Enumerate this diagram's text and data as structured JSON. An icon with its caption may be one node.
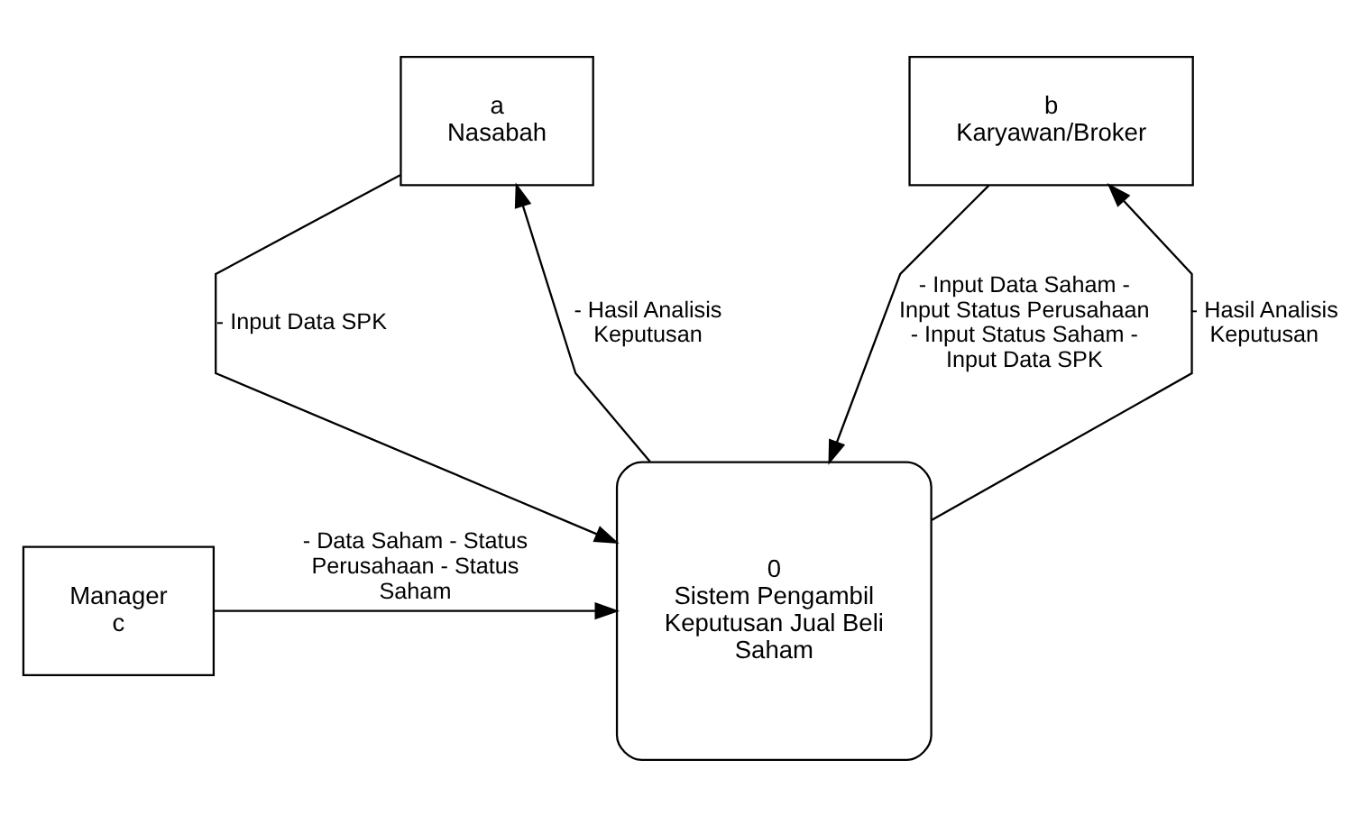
{
  "diagram": {
    "nodes": [
      {
        "text": [
          "a",
          "Nasabah"
        ]
      },
      {
        "text": [
          "b",
          "Karyawan/Broker"
        ]
      },
      {
        "text": [
          "Manager",
          "c"
        ]
      },
      {
        "text": [
          "0",
          "Sistem Pengambil Keputusan Jual Beli Saham"
        ]
      }
    ],
    "edges": [
      {
        "from": 0,
        "to": 3,
        "arrow": "to",
        "label": "- Input Data SPK"
      },
      {
        "from": 3,
        "to": 0,
        "arrow": "to",
        "label": "- Hasil Analisis Keputusan"
      },
      {
        "from": 3,
        "to": 1,
        "arrow": "to",
        "label": "- Hasil Analisis Keputusan"
      },
      {
        "from": 1,
        "to": 3,
        "arrow": "to",
        "label": "- Input Data Saham - Input Status Perusahaan - Input Status Saham - Input Data SPK"
      },
      {
        "from": 2,
        "to": 3,
        "arrow": "to",
        "label": "- Data Saham - Status Perusahaan - Status Saham"
      }
    ]
  }
}
